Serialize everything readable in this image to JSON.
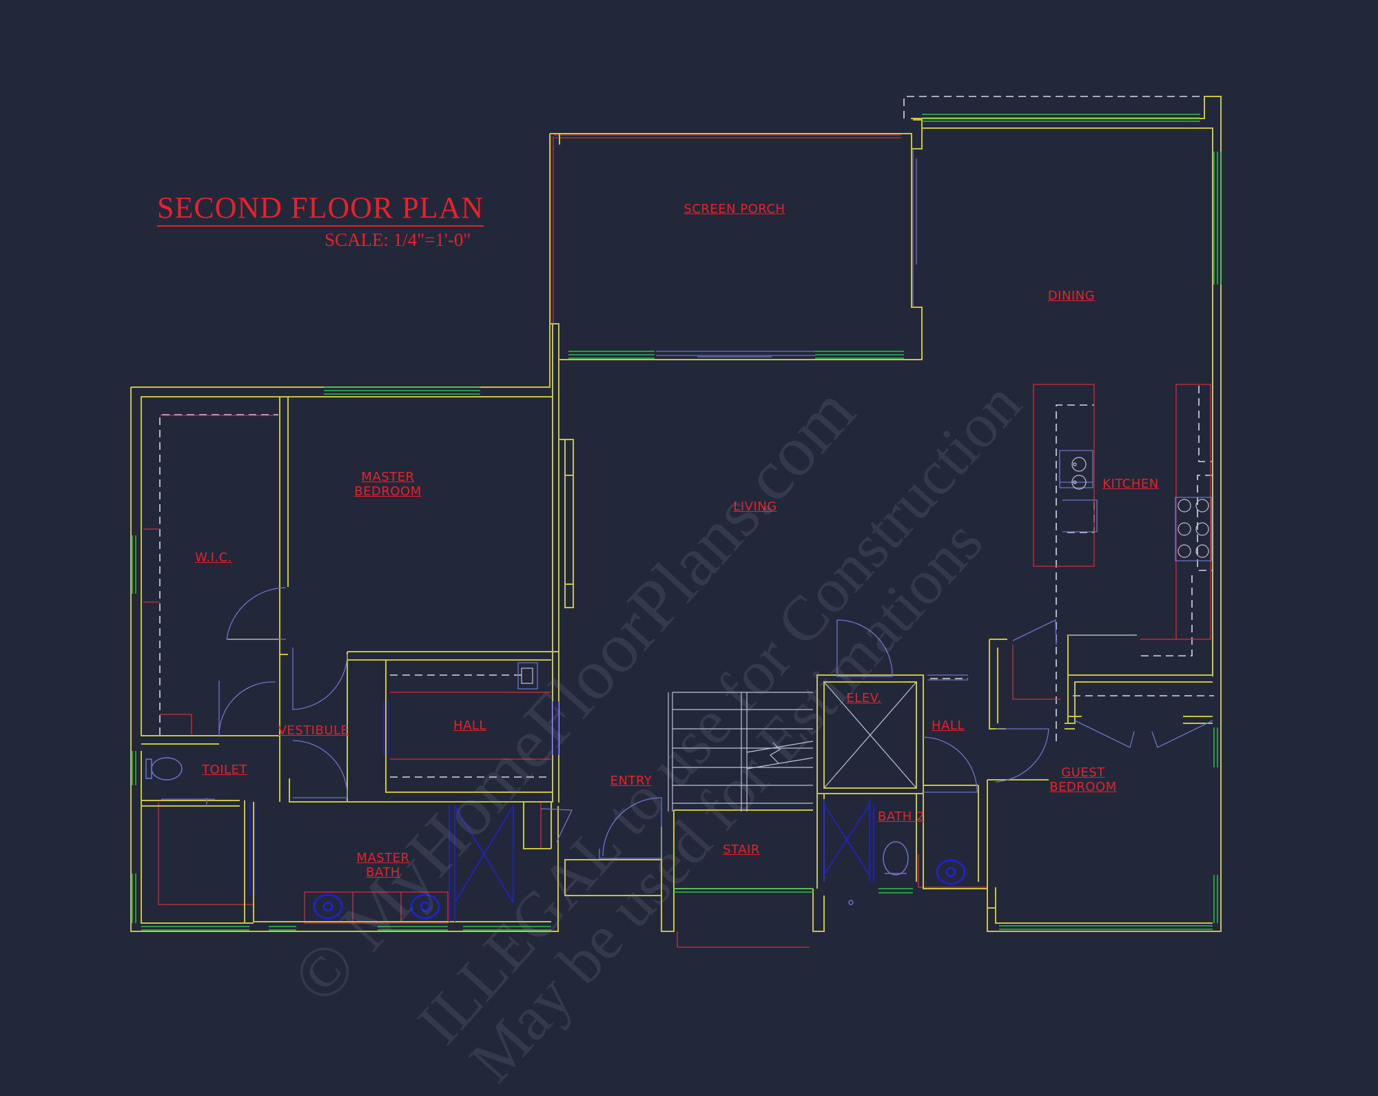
{
  "title": "SECOND FLOOR PLAN",
  "scale": "SCALE: 1/4\"=1'-0\"",
  "rooms": {
    "screen_porch": "SCREEN PORCH",
    "dining": "DINING",
    "master_bedroom": "MASTER\nBEDROOM",
    "wic": "W.I.C.",
    "living": "LIVING",
    "kitchen": "KITCHEN",
    "vestibule": "VESTIBULE",
    "hall_west": "HALL",
    "toilet": "TOILET",
    "entry": "ENTRY",
    "elev": "ELEV.",
    "hall_east": "HALL",
    "guest_bedroom": "GUEST\nBEDROOM",
    "bath_2": "BATH 2",
    "stair": "STAIR",
    "master_bath": "MASTER\nBATH"
  },
  "watermark": {
    "line1": "© MyHomeFloorPlans.com",
    "line2": "ILLEGAL to use for Construction",
    "line3": "May be used for Estimations"
  },
  "colors": {
    "background": "#22273a",
    "walls": "#c9c43a",
    "windows": "#2fbf4a",
    "labels": "#e8222b",
    "doors": "#6c76c8",
    "fixtures": "#2222c0",
    "dashed": "#d8dae2"
  }
}
